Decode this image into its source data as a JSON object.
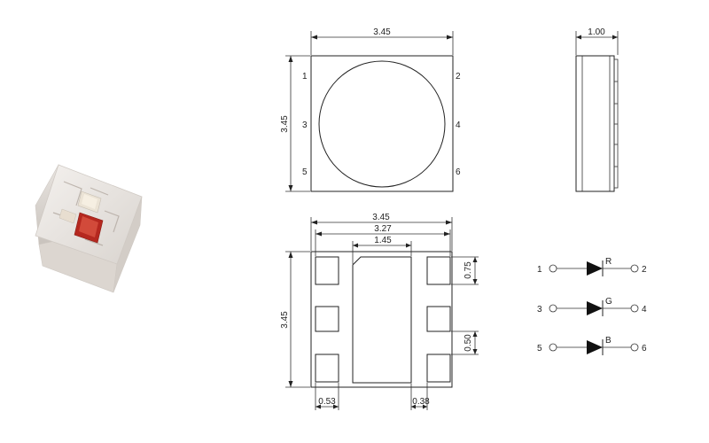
{
  "top_view": {
    "width_label": "3.45",
    "height_label": "3.45",
    "pins": [
      "1",
      "2",
      "3",
      "4",
      "5",
      "6"
    ]
  },
  "side_view": {
    "thickness_label": "1.00"
  },
  "bottom_view": {
    "width_label": "3.45",
    "inner_width_label": "3.27",
    "center_pad_label": "1.45",
    "height_label": "3.45",
    "pad_height_label": "0.75",
    "pad_gap_label": "0.50",
    "pad_width_label": "0.53",
    "pad_spacing_label": "0.38"
  },
  "schematic": {
    "rows": [
      {
        "left_pin": "1",
        "right_pin": "2",
        "color": "R"
      },
      {
        "left_pin": "3",
        "right_pin": "4",
        "color": "G"
      },
      {
        "left_pin": "5",
        "right_pin": "6",
        "color": "B"
      }
    ]
  }
}
